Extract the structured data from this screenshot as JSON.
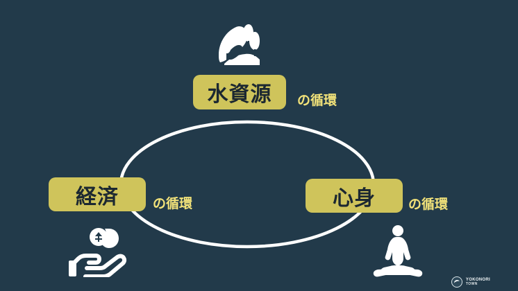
{
  "diagram": {
    "nodes": {
      "top": {
        "label": "水資源",
        "suffix": "の循環",
        "icon": "landscape-icon"
      },
      "left": {
        "label": "経済",
        "suffix": "の循環",
        "icon": "money-hand-icon"
      },
      "right": {
        "label": "心身",
        "suffix": "の循環",
        "icon": "meditation-icon"
      }
    }
  },
  "brand": {
    "line1": "YOKONORI",
    "line2": "TOWN",
    "icon": "yokonori-town-logo"
  },
  "colors": {
    "background": "#223a4a",
    "accent_box": "#cfc45b",
    "accent_text": "#f3e37a",
    "line": "#ffffff"
  }
}
